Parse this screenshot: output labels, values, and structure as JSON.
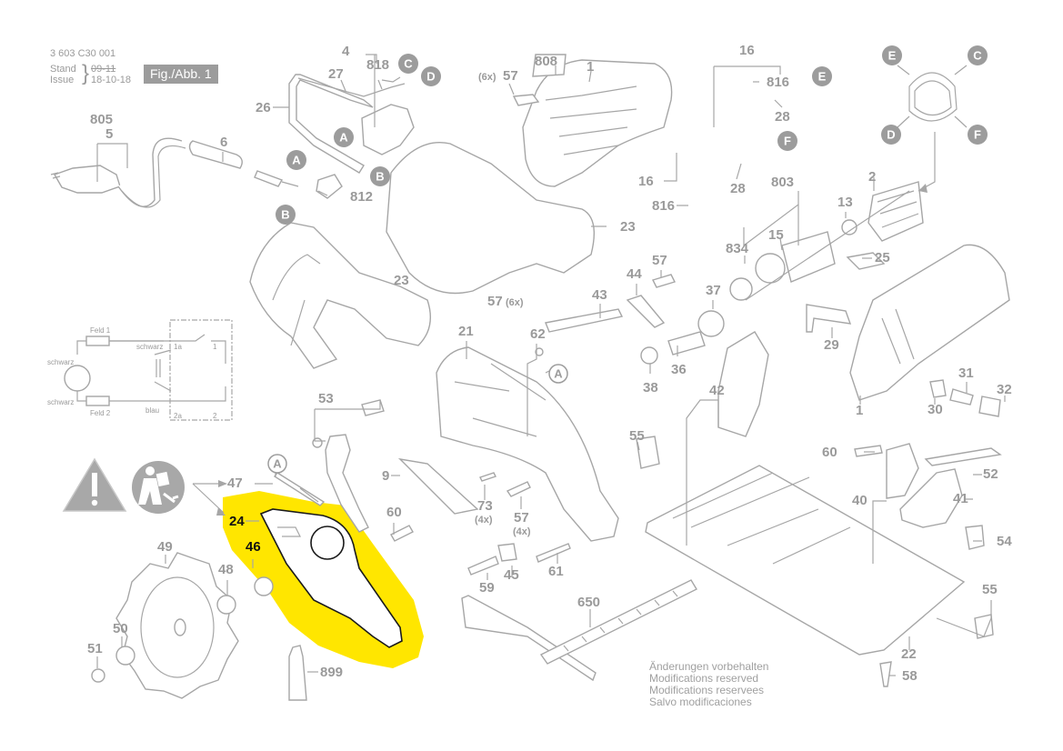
{
  "header": {
    "doc_number": "3 603 C30 001",
    "stand_label": "Stand",
    "issue_label": "Issue",
    "stand_date": "09-11",
    "issue_date": "18-10-18",
    "figure_badge": "Fig./Abb. 1"
  },
  "disclaimer": [
    "Änderungen vorbehalten",
    "Modifications reserved",
    "Modifications reservees",
    "Salvo modificaciones"
  ],
  "highlight": {
    "color": "#ffe600",
    "parts": [
      "24",
      "46"
    ]
  },
  "wiring_diagram": {
    "labels": {
      "field1": "Feld 1",
      "field2": "Feld 2",
      "black_top": "schwarz",
      "black_bottom": "schwarz",
      "black_switch": "schwarz",
      "blue_switch": "blau",
      "t1a": "1a",
      "t1": "1",
      "t2a": "2a",
      "t2": "2"
    }
  },
  "callouts": [
    {
      "id": "C",
      "style": "filled"
    },
    {
      "id": "D",
      "style": "filled"
    },
    {
      "id": "A",
      "style": "filled"
    },
    {
      "id": "B",
      "style": "filled"
    },
    {
      "id": "A",
      "style": "filled"
    },
    {
      "id": "B",
      "style": "filled"
    },
    {
      "id": "B",
      "style": "filled"
    },
    {
      "id": "E",
      "style": "filled"
    },
    {
      "id": "F",
      "style": "filled"
    },
    {
      "id": "E",
      "style": "filled"
    },
    {
      "id": "C",
      "style": "filled"
    },
    {
      "id": "D",
      "style": "filled"
    },
    {
      "id": "F",
      "style": "filled"
    },
    {
      "id": "A",
      "style": "outline"
    },
    {
      "id": "A",
      "style": "outline"
    }
  ],
  "part_labels": [
    "805",
    "5",
    "6",
    "26",
    "27",
    "4",
    "818",
    "812",
    "57",
    "(6x)",
    "808",
    "1",
    "23",
    "23",
    "57",
    "(6x)",
    "16",
    "816",
    "28",
    "16",
    "816",
    "28",
    "803",
    "15",
    "834",
    "13",
    "2",
    "25",
    "43",
    "44",
    "57",
    "37",
    "36",
    "38",
    "29",
    "1",
    "30",
    "31",
    "32",
    "21",
    "62",
    "53",
    "9",
    "60",
    "73",
    "(4x)",
    "57",
    "(4x)",
    "59",
    "45",
    "61",
    "47",
    "24",
    "46",
    "49",
    "48",
    "50",
    "51",
    "899",
    "650",
    "42",
    "55",
    "60",
    "40",
    "52",
    "41",
    "54",
    "55",
    "22",
    "58"
  ]
}
